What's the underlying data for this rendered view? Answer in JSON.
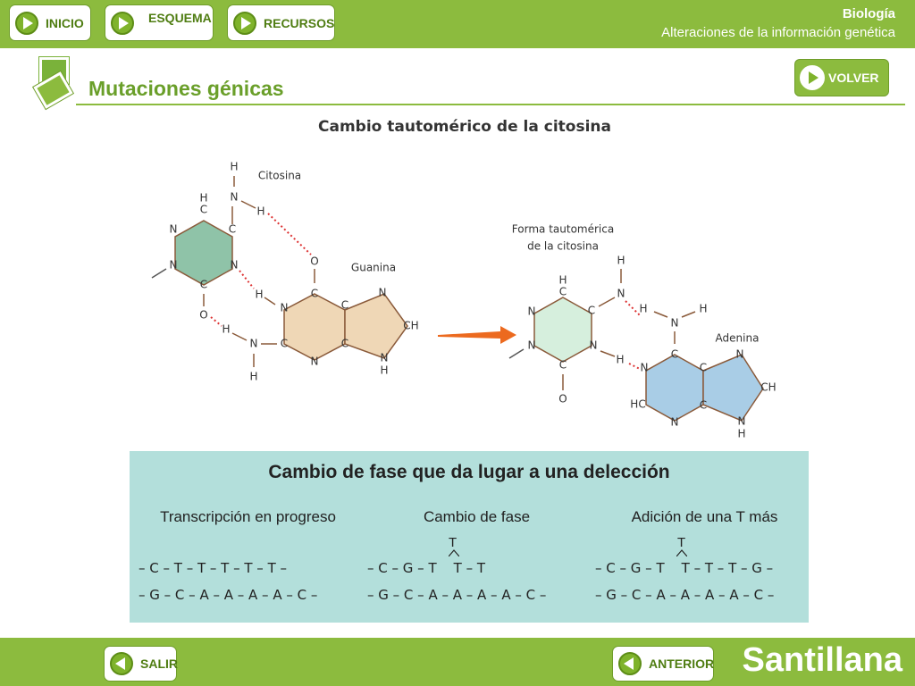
{
  "top_nav": {
    "inicio": "INICIO",
    "esquema": "ESQUEMA",
    "recursos": "RECURSOS"
  },
  "header": {
    "subject": "Biología",
    "topic": "Alteraciones de la información genética",
    "page_title": "Mutaciones génicas",
    "volver": "VOLVER"
  },
  "diagram": {
    "title": "Cambio tautomérico de la citosina",
    "label_citosina": "Citosina",
    "label_guanina": "Guanina",
    "label_forma_1": "Forma tautomérica",
    "label_forma_2": "de la citosina",
    "label_adenina": "Adenina"
  },
  "panel": {
    "title": "Cambio de fase que da lugar a una delección",
    "columns": [
      {
        "heading": "Transcripción en progreso",
        "mark": "",
        "line1": "– C – T – T – T – T – T –",
        "line2": "– G – C – A – A – A – A – C –"
      },
      {
        "heading": "Cambio de fase",
        "mark": "T",
        "line1": "– C – G – T    T – T",
        "line2": "– G – C – A – A – A – A – C –"
      },
      {
        "heading": "Adición de una T más",
        "mark": "T",
        "line1": "– C – G – T    T – T – T – G –",
        "line2": "– G – C – A – A – A – A – C –"
      }
    ]
  },
  "bottom_nav": {
    "salir": "SALIR",
    "anterior": "ANTERIOR",
    "brand": "Santillana"
  },
  "colors": {
    "brand_green": "#8cbb3e",
    "panel_teal": "#b3dfdb"
  }
}
